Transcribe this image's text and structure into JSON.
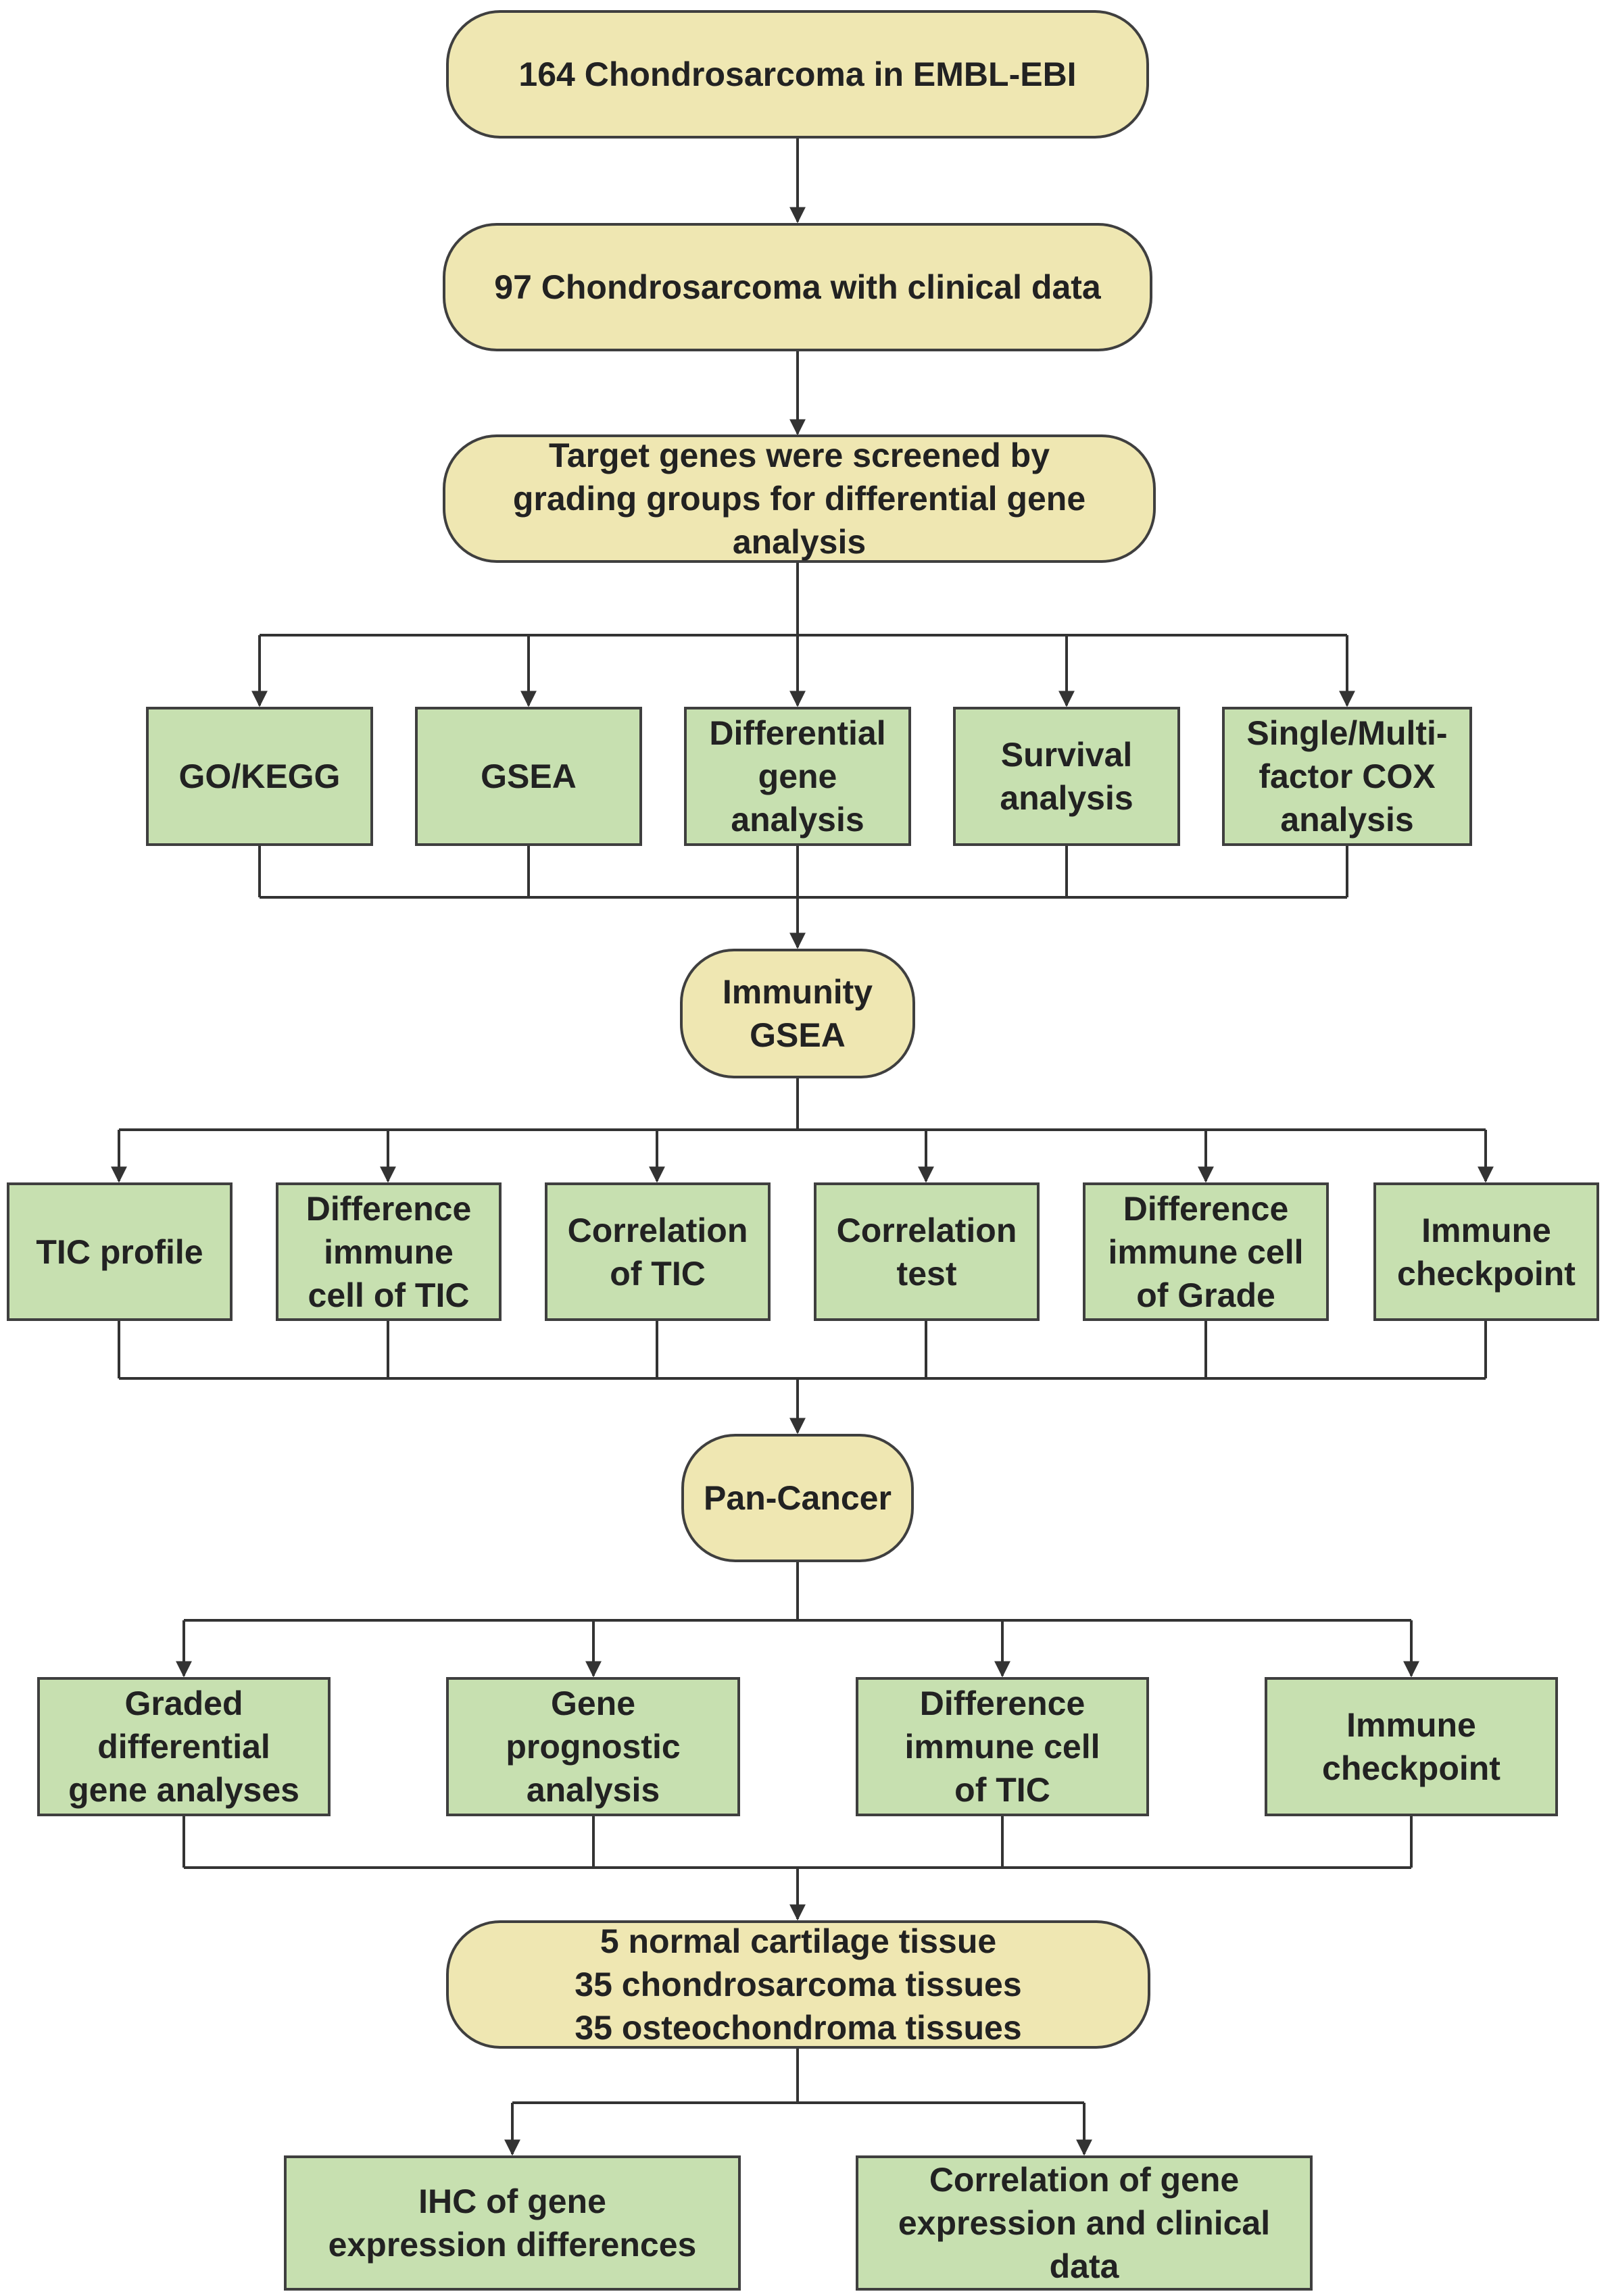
{
  "nodes": {
    "n1": "164 Chondrosarcoma in EMBL-EBI",
    "n2": "97 Chondrosarcoma with clinical data",
    "n3": "Target genes were screened by grading groups for differential gene analysis",
    "r1": [
      "GO/KEGG",
      "GSEA",
      "Differential gene analysis",
      "Survival analysis",
      "Single/Multi-factor COX analysis"
    ],
    "n4": "Immunity GSEA",
    "r2": [
      "TIC profile",
      "Difference immune cell of TIC",
      "Correlation of TIC",
      "Correlation test",
      "Difference immune cell of Grade",
      "Immune checkpoint"
    ],
    "n5": "Pan-Cancer",
    "r3": [
      "Graded differential gene analyses",
      "Gene prognostic analysis",
      "Difference immune cell of TIC",
      "Immune checkpoint"
    ],
    "n6": [
      "5 normal cartilage tissue",
      "35 chondrosarcoma tissues",
      "35 osteochondroma tissues"
    ],
    "r4": [
      "IHC of gene expression differences",
      "Correlation of gene expression and clinical data"
    ]
  },
  "colors": {
    "oval_fill": "#efe7b2",
    "box_fill": "#c7e0b0",
    "border": "#3f3f3f",
    "text": "#222222"
  }
}
